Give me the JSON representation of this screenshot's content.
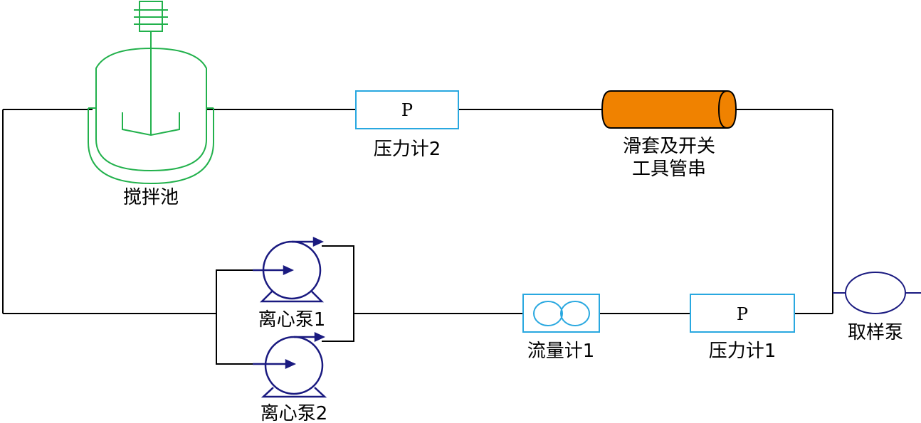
{
  "labels": {
    "tank": "搅拌池",
    "pressure_gauge_2": "压力计2",
    "tool_string_line1": "滑套及开关",
    "tool_string_line2": "工具管串",
    "pump_1": "离心泵1",
    "pump_2": "离心泵2",
    "flowmeter_1": "流量计1",
    "pressure_gauge_1": "压力计1",
    "sampling_pump": "取样泵"
  },
  "gauge_symbol": "P",
  "colors": {
    "pipe": "#000000",
    "tank": "#22b14c",
    "instrument": "#29a8e0",
    "pump": "#1a1a80",
    "tool_string": "#f08200"
  }
}
